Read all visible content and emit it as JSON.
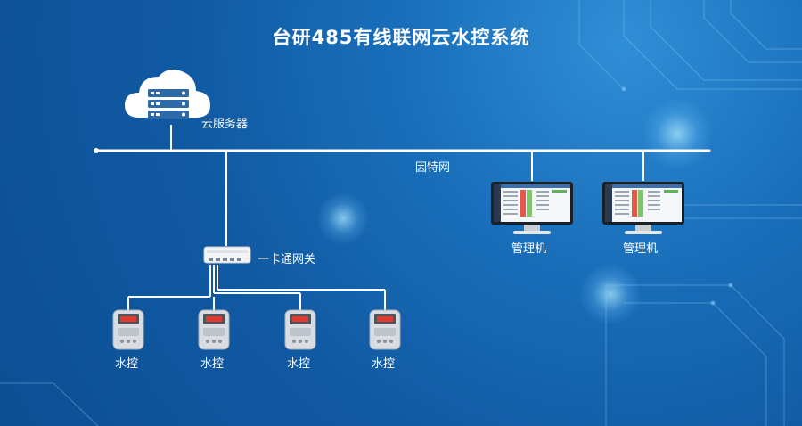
{
  "title": "台研485有线联网云水控系统",
  "nodes": {
    "cloud_server": "云服务器",
    "internet": "因特网",
    "gateway": "一卡通网关",
    "managers": [
      "管理机",
      "管理机"
    ],
    "water_controls": [
      "水控",
      "水控",
      "水控",
      "水控"
    ]
  },
  "colors": {
    "background": "#105aa3",
    "line": "#ffffff",
    "text": "#ffffff"
  }
}
